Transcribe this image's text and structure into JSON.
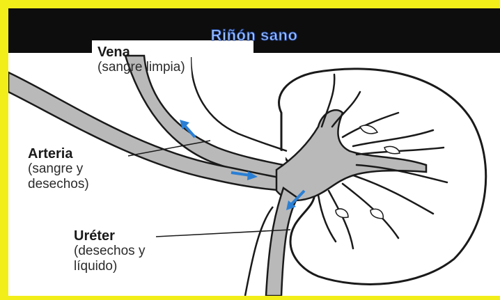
{
  "title": "Riñón sano",
  "labels": {
    "vena": {
      "name": "Vena",
      "desc": "(sangre limpia)"
    },
    "arteria": {
      "name": "Arteria",
      "desc_line1": "(sangre y",
      "desc_line2": "desechos)"
    },
    "ureter": {
      "name": "Uréter",
      "desc_line1": "(desechos y",
      "desc_line2": "líquido)"
    }
  },
  "colors": {
    "frame": "#f2ee1a",
    "background": "#0d0d0d",
    "vessel_fill": "#b9b9b9",
    "arrow": "#2a7fd4"
  }
}
